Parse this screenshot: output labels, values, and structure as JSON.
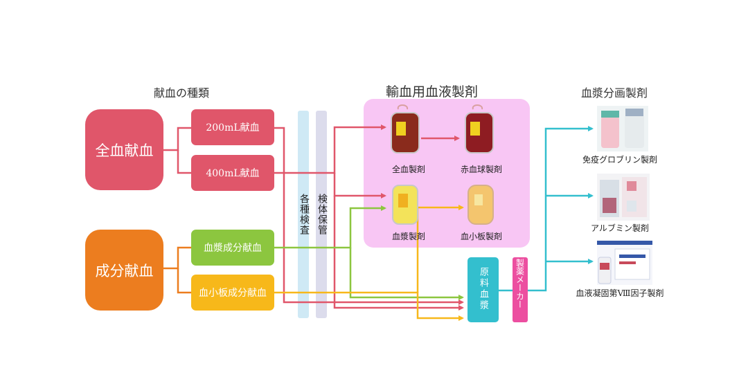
{
  "headings": {
    "donation_types": "献血の種類",
    "transfusion_products": "輸血用血液製剤",
    "plasma_derivatives": "血漿分画製剤"
  },
  "donations": {
    "whole_blood": "全血献血",
    "component": "成分献血",
    "ml200": "200mL献血",
    "ml400": "400mL献血",
    "plasma": "血漿成分献血",
    "platelet": "血小板成分献血"
  },
  "process": {
    "testing": "各種検査",
    "storage": "検体保管"
  },
  "products": {
    "whole_blood": "全血製剤",
    "red_cells": "赤血球製剤",
    "plasma": "血漿製剤",
    "platelets": "血小板製剤"
  },
  "raw_plasma": "原料血漿",
  "manufacturer": "製薬メーカー",
  "derivatives": {
    "immunoglobulin": "免疫グロブリン製剤",
    "albumin": "アルブミン製剤",
    "factor8": "血液凝固第Ⅷ因子製剤"
  },
  "colors": {
    "whole_blood": "#e0566a",
    "component": "#ec7d1f",
    "plasma_donation": "#8cc63f",
    "platelet_donation": "#f7b81a",
    "raw_plasma": "#33bfce",
    "manufacturer": "#ec4fa0",
    "panel": "#f8c6f4",
    "testing_bar": "#cfe9f5",
    "storage_bar": "#dcdcec"
  }
}
